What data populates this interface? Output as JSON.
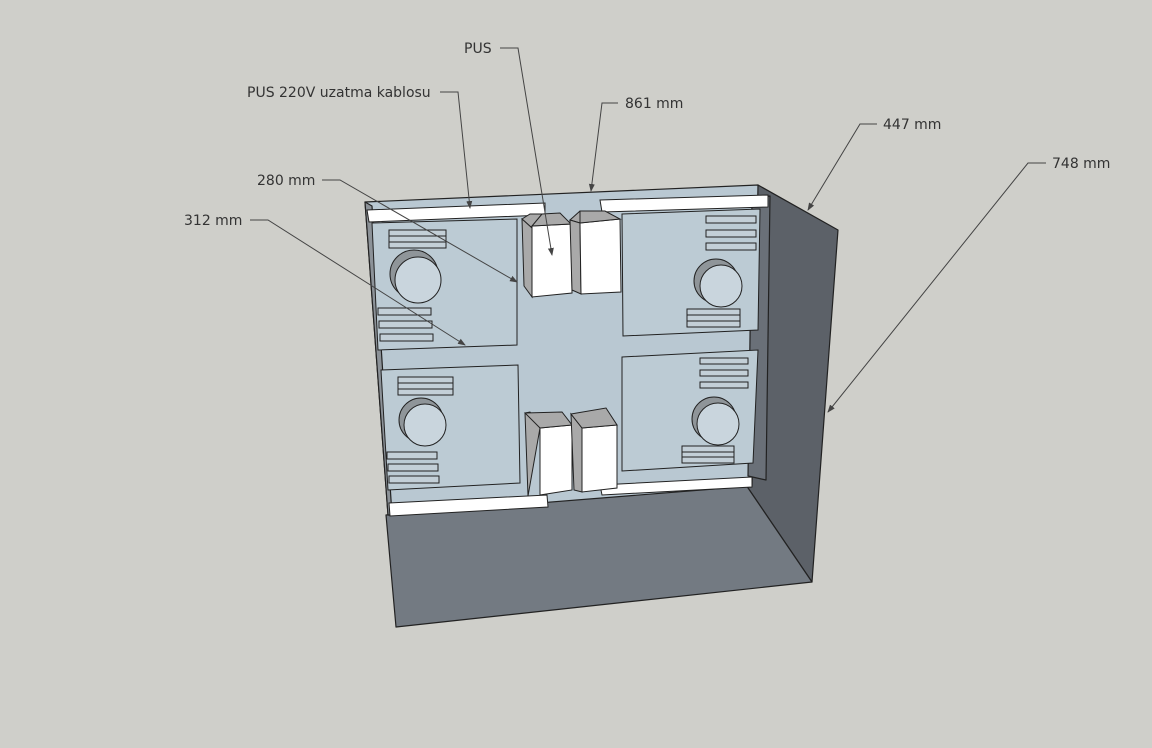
{
  "labels": {
    "pus": "PUS",
    "extension_cable": "PUS 220V uzatma kablosu",
    "width": "861 mm",
    "depth": "447 mm",
    "height": "748 mm",
    "panel_width": "280 mm",
    "panel_height": "312 mm"
  },
  "colors": {
    "background": "#cfcfca",
    "inner_face": "#b9c8d2",
    "side_wall": "#5c6168",
    "bottom_face": "#737a82"
  }
}
